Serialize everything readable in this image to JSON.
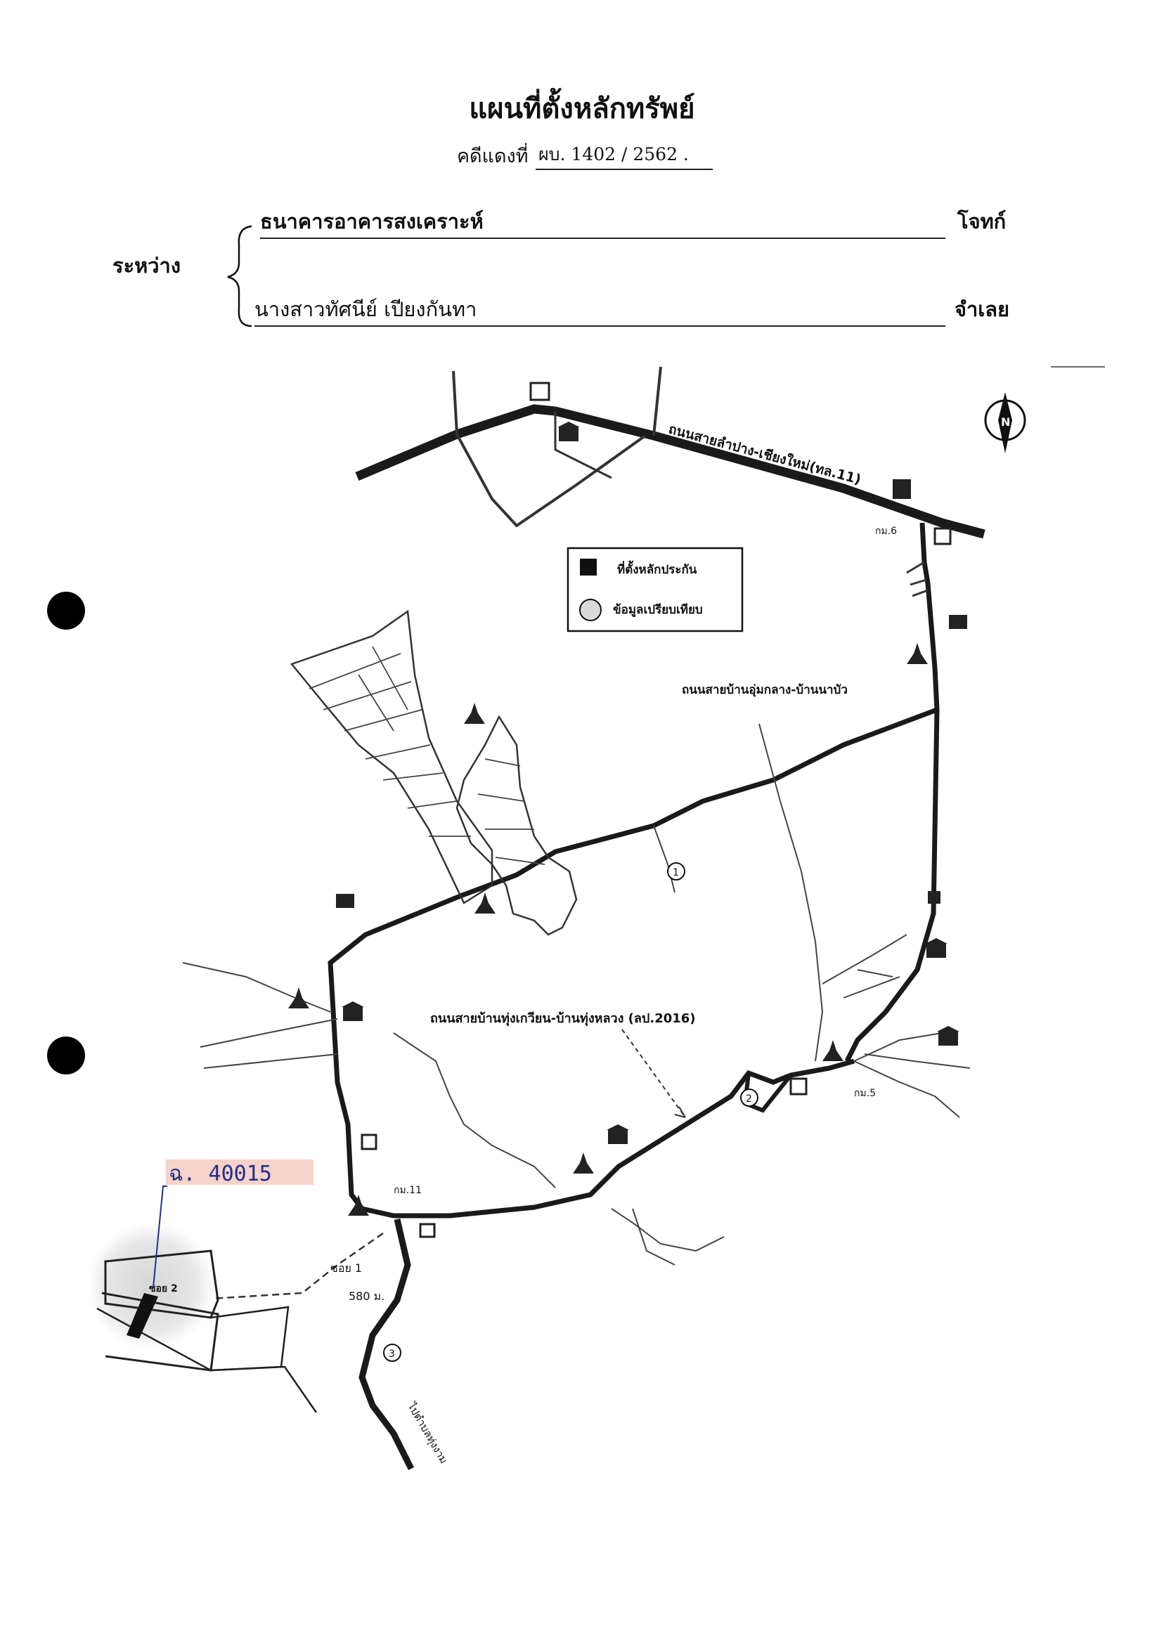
{
  "document": {
    "title": "แผนที่ตั้งหลักทรัพย์",
    "case_label": "คดีแดงที่",
    "case_number": "ผบ. 1402 / 2562 .",
    "between_label": "ระหว่าง",
    "plaintiff_name": "ธนาคารอาคารสงเคราะห์",
    "plaintiff_role": "โจทก์",
    "defendant_name": "นางสาวทัศนีย์ เปียงกันทา",
    "defendant_role": "จำเลย"
  },
  "map": {
    "main_highway": "ถนนสายลำปาง-เชียงใหม่(ทล.11)",
    "road_center": "ถนนสายบ้านอุ่มกลาง-บ้านนาบัว",
    "road_south": "ถนนสายบ้านทุ่งเกวียน-บ้านทุ่งหลวง (ลป.2016)",
    "legend": {
      "collateral": "ที่ตั้งหลักประกัน",
      "comparison": "ข้อมูลเปรียบเทียบ"
    },
    "handwritten_code": "ฉ. 40015",
    "soi_2": "ซอย 2",
    "soi_1": "ซอย 1",
    "distance": "580 ม.",
    "km_11": "กม.11",
    "km_6": "กม.6",
    "km_5": "กม.5",
    "route_1": "1",
    "route_2": "2",
    "route_3": "3",
    "compass": "N",
    "colors": {
      "road": "#1a1a1a",
      "thin_road": "#333333",
      "circle": "#d9d9d9"
    },
    "icons": [
      "temple-icon",
      "school-icon",
      "market-icon",
      "hospital-icon",
      "shop-icon",
      "police-icon",
      "compass-icon"
    ]
  }
}
